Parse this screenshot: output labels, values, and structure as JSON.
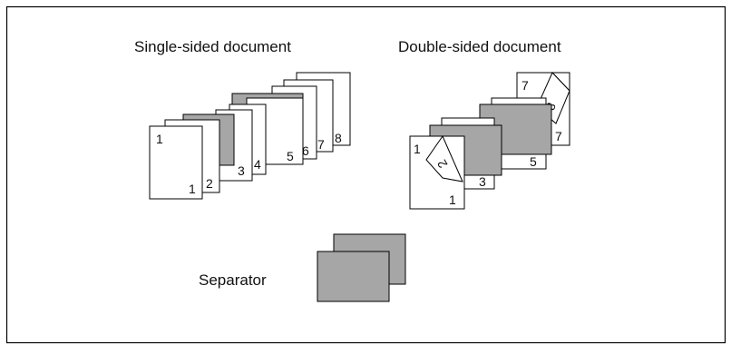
{
  "labels": {
    "single": "Single-sided document",
    "double": "Double-sided document",
    "separator": "Separator"
  },
  "single_pages": [
    "1",
    "2",
    "3",
    "4",
    "5",
    "6",
    "7",
    "8"
  ],
  "double_pages": {
    "front_1": "1",
    "back_2": "2",
    "front_3": "3",
    "front_5": "5",
    "front_7": "7",
    "back_8": "8"
  },
  "colors": {
    "separator_fill": "#a6a6a6",
    "page_fill": "#ffffff",
    "line": "#000000"
  }
}
